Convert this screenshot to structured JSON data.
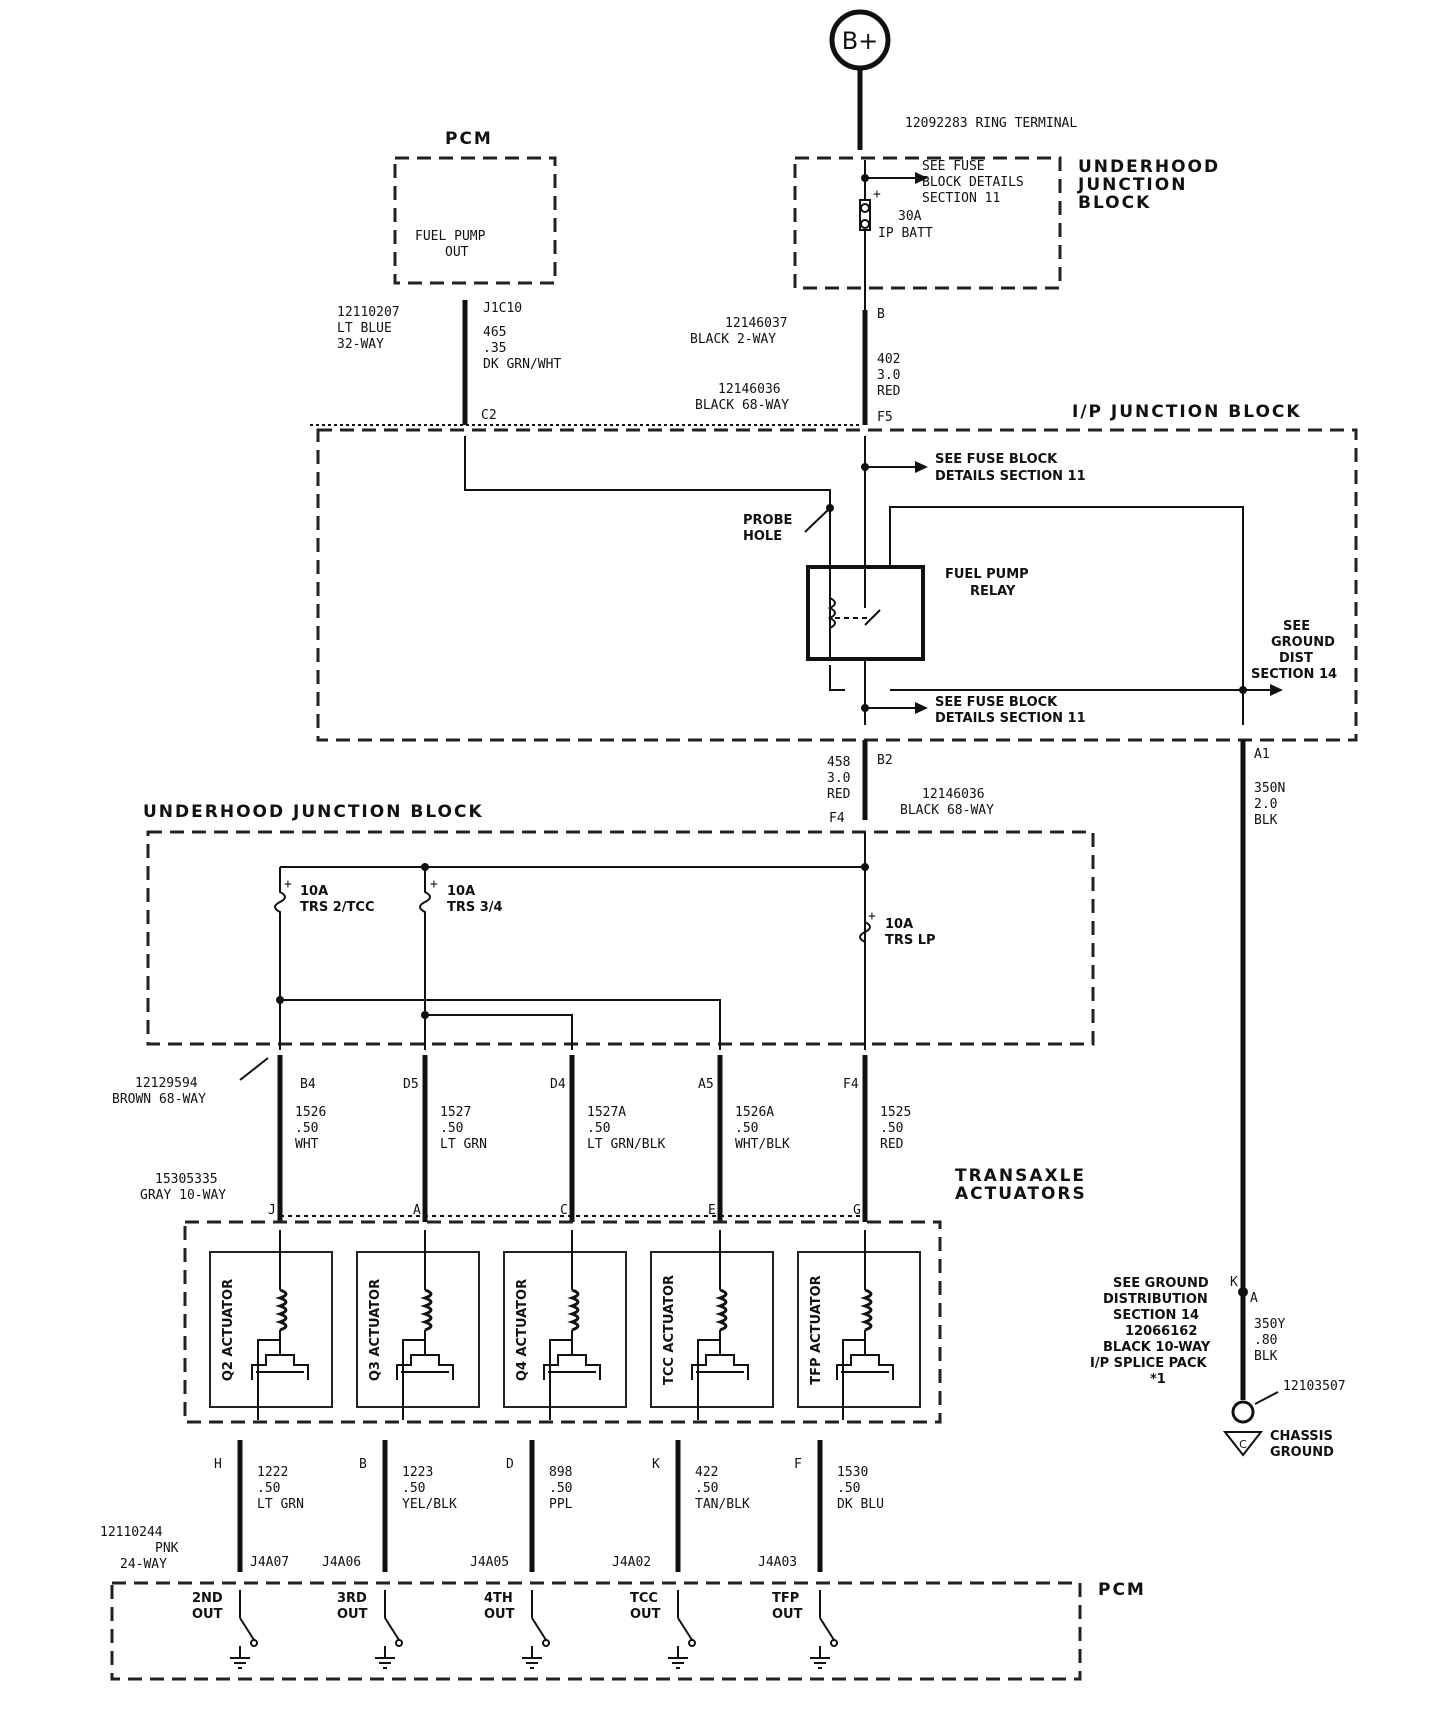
{
  "battery": {
    "label": "B+",
    "ring_terminal": "12092283 RING TERMINAL"
  },
  "underhood_top": {
    "title_lines": [
      "UNDERHOOD",
      "JUNCTION",
      "BLOCK"
    ],
    "fuse_note_lines": [
      "SEE FUSE",
      "BLOCK DETAILS",
      "SECTION 11"
    ],
    "fuse_rating": "30A",
    "fuse_name": "IP BATT"
  },
  "pcm_top": {
    "title": "PCM",
    "output_lines": [
      "FUEL PUMP",
      "OUT"
    ]
  },
  "pcm_connector": {
    "lines": [
      "12110207",
      "LT BLUE",
      "32-WAY"
    ],
    "pin": "J1C10"
  },
  "wire_465": {
    "lines": [
      "465",
      ".35",
      "DK GRN/WHT"
    ]
  },
  "conn_2way": {
    "lines": [
      "12146037",
      "BLACK 2-WAY"
    ],
    "pin": "B"
  },
  "wire_402": {
    "lines": [
      "402",
      "3.0",
      "RED"
    ]
  },
  "conn_68way_top": {
    "lines": [
      "12146036",
      "BLACK 68-WAY"
    ],
    "pin_left": "C2",
    "pin_right": "F5"
  },
  "ip_block": {
    "title": "I/P JUNCTION BLOCK",
    "fuse_note_top": [
      "SEE FUSE BLOCK",
      "DETAILS SECTION 11"
    ],
    "probe_hole": [
      "PROBE",
      "HOLE"
    ],
    "relay": [
      "FUEL PUMP",
      "RELAY"
    ],
    "ground_note": [
      "SEE",
      "GROUND",
      "DIST",
      "SECTION 14"
    ],
    "fuse_note_bottom": [
      "SEE FUSE BLOCK",
      "DETAILS SECTION 11"
    ],
    "pin_a1": "A1"
  },
  "wire_458": {
    "lines": [
      "458",
      "3.0",
      "RED"
    ],
    "pin_top": "B2",
    "pin_bottom": "F4"
  },
  "conn_68way_mid": {
    "lines": [
      "12146036",
      "BLACK 68-WAY"
    ]
  },
  "wire_350n": {
    "lines": [
      "350N",
      "2.0",
      "BLK"
    ]
  },
  "underhood_mid": {
    "title": "UNDERHOOD JUNCTION BLOCK",
    "fuses": [
      {
        "rating": "10A",
        "name": "TRS 2/TCC"
      },
      {
        "rating": "10A",
        "name": "TRS 3/4"
      },
      {
        "rating": "10A",
        "name": "TRS LP"
      }
    ]
  },
  "brown_conn": {
    "lines": [
      "12129594",
      "BROWN 68-WAY"
    ]
  },
  "gray_conn": {
    "lines": [
      "15305335",
      "GRAY 10-WAY"
    ]
  },
  "actuator_wires": [
    {
      "pin_top": "B4",
      "lines": [
        "1526",
        ".50",
        "WHT"
      ],
      "pin_bottom": "J"
    },
    {
      "pin_top": "D5",
      "lines": [
        "1527",
        ".50",
        "LT GRN"
      ],
      "pin_bottom": "A"
    },
    {
      "pin_top": "D4",
      "lines": [
        "1527A",
        ".50",
        "LT GRN/BLK"
      ],
      "pin_bottom": "C"
    },
    {
      "pin_top": "A5",
      "lines": [
        "1526A",
        ".50",
        "WHT/BLK"
      ],
      "pin_bottom": "E"
    },
    {
      "pin_top": "F4",
      "lines": [
        "1525",
        ".50",
        "RED"
      ],
      "pin_bottom": "G"
    }
  ],
  "transaxle": {
    "title_lines": [
      "TRANSAXLE",
      "ACTUATORS"
    ],
    "actuators": [
      "Q2 ACTUATOR",
      "Q3 ACTUATOR",
      "Q4 ACTUATOR",
      "TCC ACTUATOR",
      "TFP ACTUATOR"
    ]
  },
  "pcm_wires": [
    {
      "pin_top": "H",
      "lines": [
        "1222",
        ".50",
        "LT GRN"
      ],
      "pin_bottom": "J4A07"
    },
    {
      "pin_top": "B",
      "lines": [
        "1223",
        ".50",
        "YEL/BLK"
      ],
      "pin_bottom": "J4A06"
    },
    {
      "pin_top": "D",
      "lines": [
        "898",
        ".50",
        "PPL"
      ],
      "pin_bottom": "J4A05"
    },
    {
      "pin_top": "K",
      "lines": [
        "422",
        ".50",
        "TAN/BLK"
      ],
      "pin_bottom": "J4A02"
    },
    {
      "pin_top": "F",
      "lines": [
        "1530",
        ".50",
        "DK BLU"
      ],
      "pin_bottom": "J4A03"
    }
  ],
  "pcm_bottom_conn": {
    "lines": [
      "12110244",
      "PNK",
      "24-WAY"
    ]
  },
  "pcm_bottom": {
    "title": "PCM",
    "outputs": [
      [
        "2ND",
        "OUT"
      ],
      [
        "3RD",
        "OUT"
      ],
      [
        "4TH",
        "OUT"
      ],
      [
        "TCC",
        "OUT"
      ],
      [
        "TFP",
        "OUT"
      ]
    ]
  },
  "ground": {
    "note_lines": [
      "SEE GROUND",
      "DISTRIBUTION",
      "SECTION 14",
      "12066162",
      "BLACK 10-WAY",
      "I/P SPLICE PACK",
      "*1"
    ],
    "pin_k": "K",
    "pin_a": "A",
    "wire_lines": [
      "350Y",
      ".80",
      "BLK"
    ],
    "eyelet": "12103507",
    "chassis_lines": [
      "CHASSIS",
      "GROUND"
    ]
  }
}
